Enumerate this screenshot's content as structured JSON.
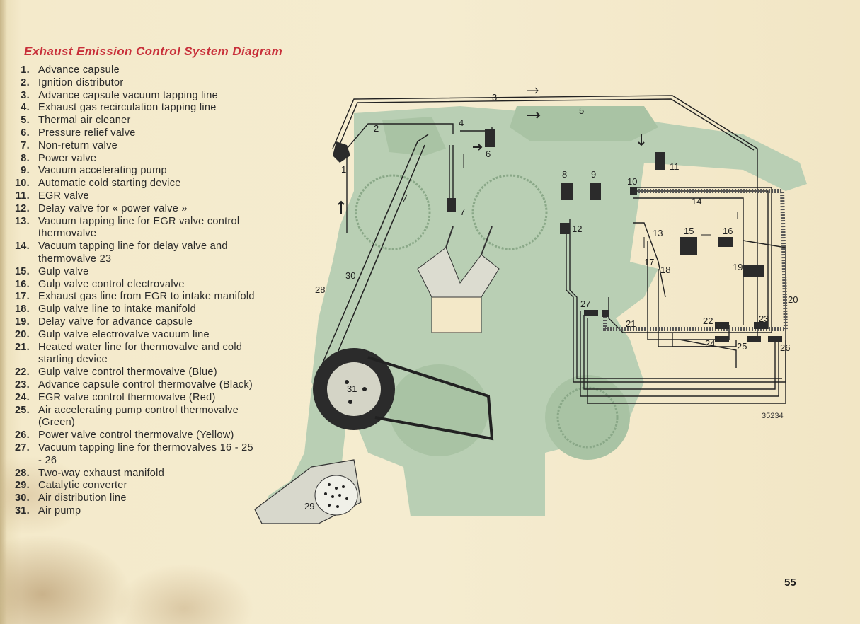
{
  "title": "Exhaust Emission Control System Diagram",
  "legend": [
    {
      "num": "1.",
      "text": "Advance capsule"
    },
    {
      "num": "2.",
      "text": "Ignition distributor"
    },
    {
      "num": "3.",
      "text": "Advance capsule vacuum tapping line"
    },
    {
      "num": "4.",
      "text": "Exhaust gas recirculation tapping line"
    },
    {
      "num": "5.",
      "text": "Thermal air cleaner"
    },
    {
      "num": "6.",
      "text": "Pressure relief valve"
    },
    {
      "num": "7.",
      "text": "Non-return valve"
    },
    {
      "num": "8.",
      "text": "Power valve"
    },
    {
      "num": "9.",
      "text": "Vacuum accelerating pump"
    },
    {
      "num": "10.",
      "text": "Automatic cold starting device"
    },
    {
      "num": "11.",
      "text": "EGR valve"
    },
    {
      "num": "12.",
      "text": "Delay valve for « power valve »"
    },
    {
      "num": "13.",
      "text": "Vacuum tapping line for EGR valve control thermovalve"
    },
    {
      "num": "14.",
      "text": "Vacuum tapping line for delay valve and thermovalve 23"
    },
    {
      "num": "15.",
      "text": "Gulp valve"
    },
    {
      "num": "16.",
      "text": "Gulp valve control electrovalve"
    },
    {
      "num": "17.",
      "text": "Exhaust gas line from EGR to intake manifold"
    },
    {
      "num": "18.",
      "text": "Gulp valve line to intake manifold"
    },
    {
      "num": "19.",
      "text": "Delay valve for advance capsule"
    },
    {
      "num": "20.",
      "text": "Gulp valve electrovalve vacuum line"
    },
    {
      "num": "21.",
      "text": "Heated water line for thermovalve and cold starting device"
    },
    {
      "num": "22.",
      "text": "Gulp valve control thermovalve (Blue)"
    },
    {
      "num": "23.",
      "text": "Advance capsule control thermovalve (Black)"
    },
    {
      "num": "24.",
      "text": "EGR valve control thermovalve (Red)"
    },
    {
      "num": "25.",
      "text": "Air accelerating pump control thermovalve (Green)"
    },
    {
      "num": "26.",
      "text": "Power valve control thermovalve (Yellow)"
    },
    {
      "num": "27.",
      "text": "Vacuum tapping line for thermovalves 16 - 25 - 26"
    },
    {
      "num": "28.",
      "text": "Two-way exhaust manifold"
    },
    {
      "num": "29.",
      "text": "Catalytic converter"
    },
    {
      "num": "30.",
      "text": "Air distribution line"
    },
    {
      "num": "31.",
      "text": "Air pump"
    }
  ],
  "diagram": {
    "callouts": [
      "1",
      "2",
      "3",
      "4",
      "5",
      "6",
      "7",
      "8",
      "9",
      "10",
      "11",
      "12",
      "13",
      "14",
      "15",
      "16",
      "17",
      "18",
      "19",
      "20",
      "21",
      "22",
      "23",
      "24",
      "25",
      "26",
      "27",
      "28",
      "29",
      "30",
      "31"
    ],
    "colors": {
      "engine_fill": "#b9cfb4",
      "engine_dark": "#9fbb9c",
      "line": "#222222",
      "component": "#2b2b2b"
    }
  },
  "page_number": "55",
  "reference_number": "35234"
}
